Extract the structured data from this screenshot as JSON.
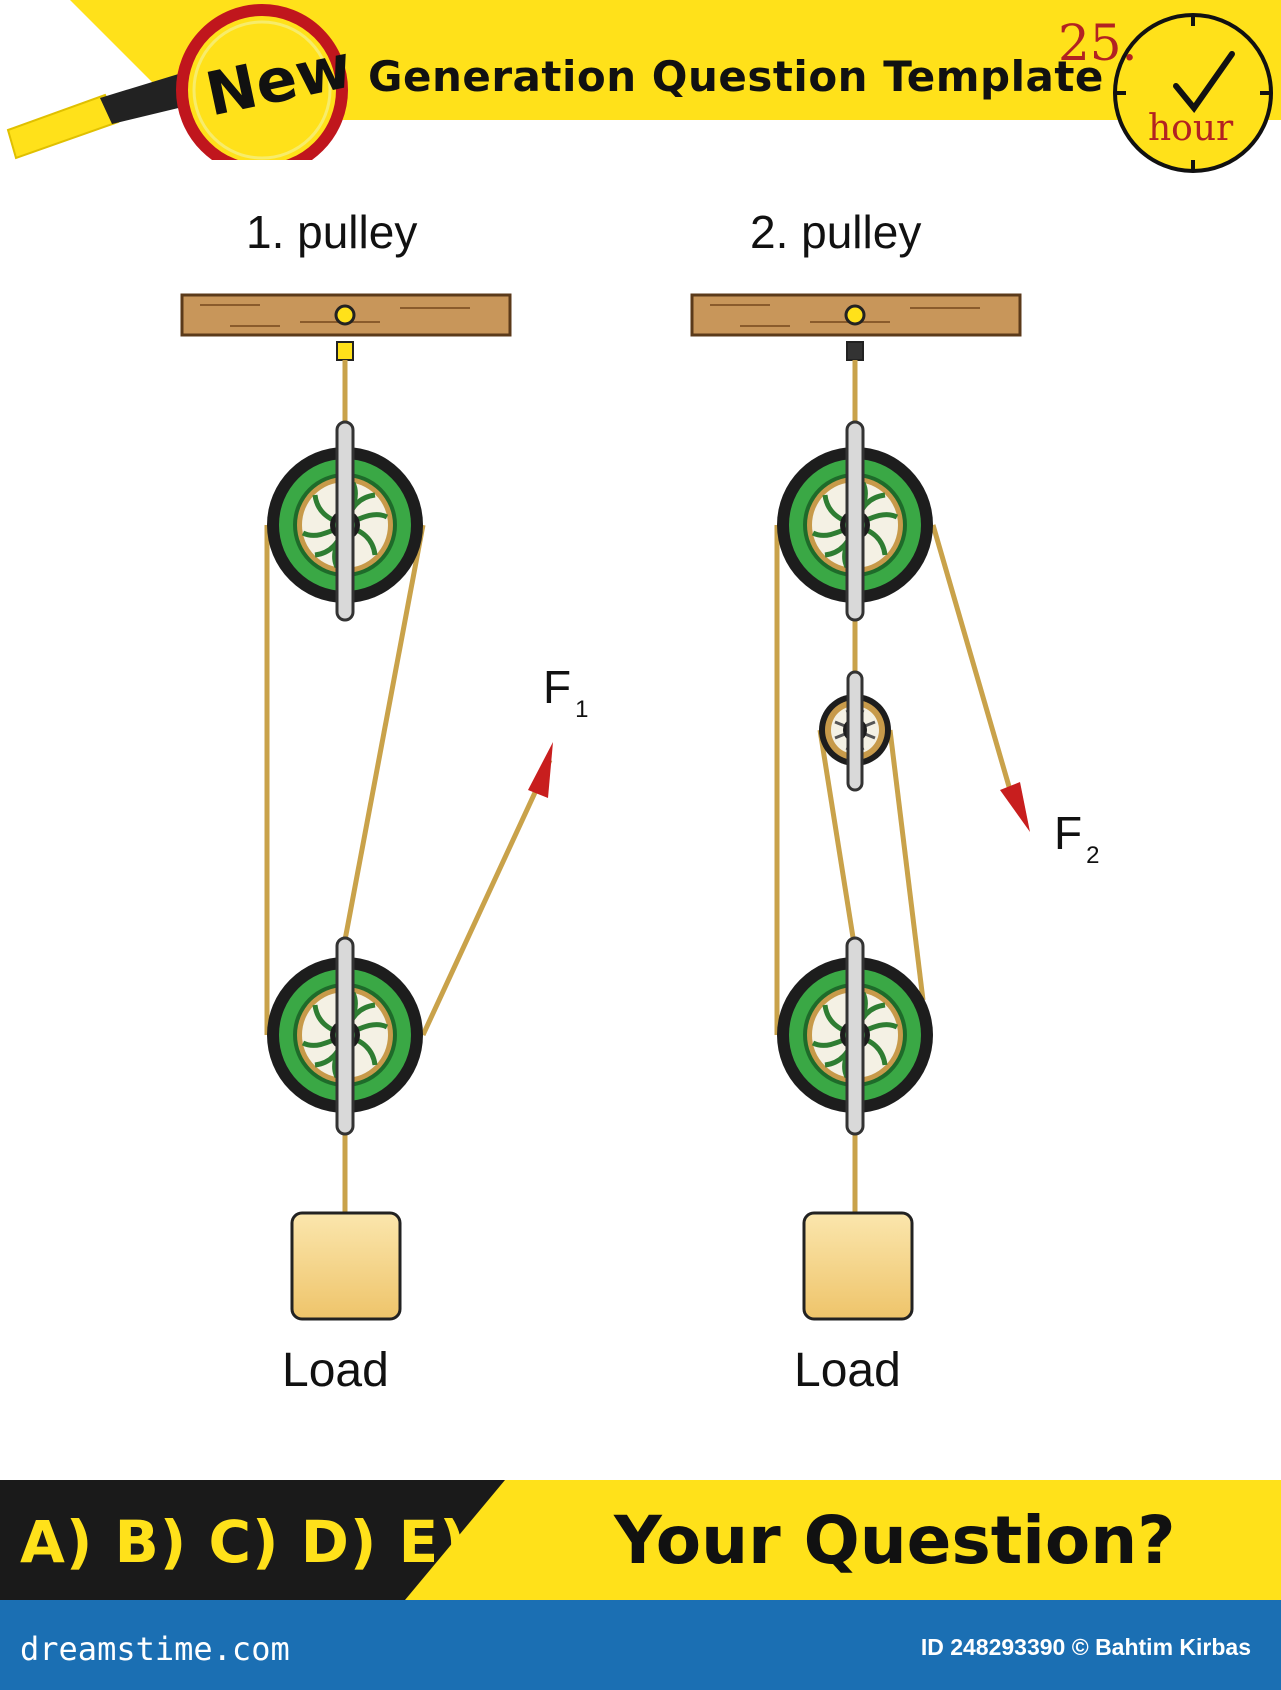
{
  "header": {
    "badge": "New",
    "title": "Generation Question Template",
    "clock": {
      "number": "25.",
      "unit": "hour"
    }
  },
  "diagram": {
    "pulley_1": {
      "heading": "1. pulley",
      "force_label": "F",
      "force_subscript": "1",
      "load_label": "Load"
    },
    "pulley_2": {
      "heading": "2. pulley",
      "force_label": "F",
      "force_subscript": "2",
      "load_label": "Load"
    }
  },
  "bottom_banner": {
    "answers": "A) B) C) D) E)",
    "question": "Your Question?"
  },
  "footer": {
    "site": "dreamstime.com",
    "credit": "ID 248293390 © Bahtim Kirbas"
  },
  "colors": {
    "yellow": "#ffe11a",
    "dark": "#1a1a1a",
    "footer_blue": "#1b6fb3",
    "rope": "#c9a24a",
    "wheel_green": "#3aa845",
    "arrow_red": "#c81e1e",
    "wood": "#c8965a",
    "load": "#f4cf73"
  },
  "icons": [
    "magnifier-icon",
    "clock-icon",
    "checkmark-icon"
  ]
}
